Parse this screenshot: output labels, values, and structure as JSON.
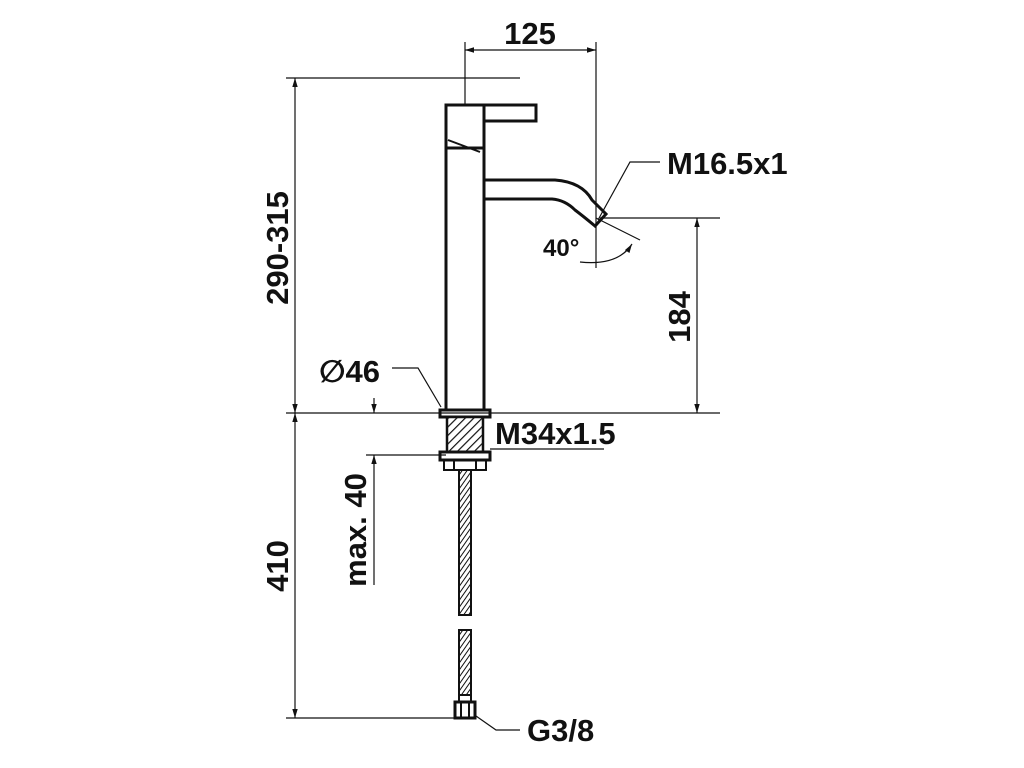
{
  "drawing": {
    "dimensions": {
      "reach": "125",
      "height_total": "290-315",
      "spout_height": "184",
      "hose_length": "410",
      "max_counter": "max. 40",
      "aerator_thread": "M16.5x1",
      "spout_angle": "40°",
      "body_diameter": "∅46",
      "shank_thread": "M34x1.5",
      "hose_connection": "G3/8"
    }
  }
}
